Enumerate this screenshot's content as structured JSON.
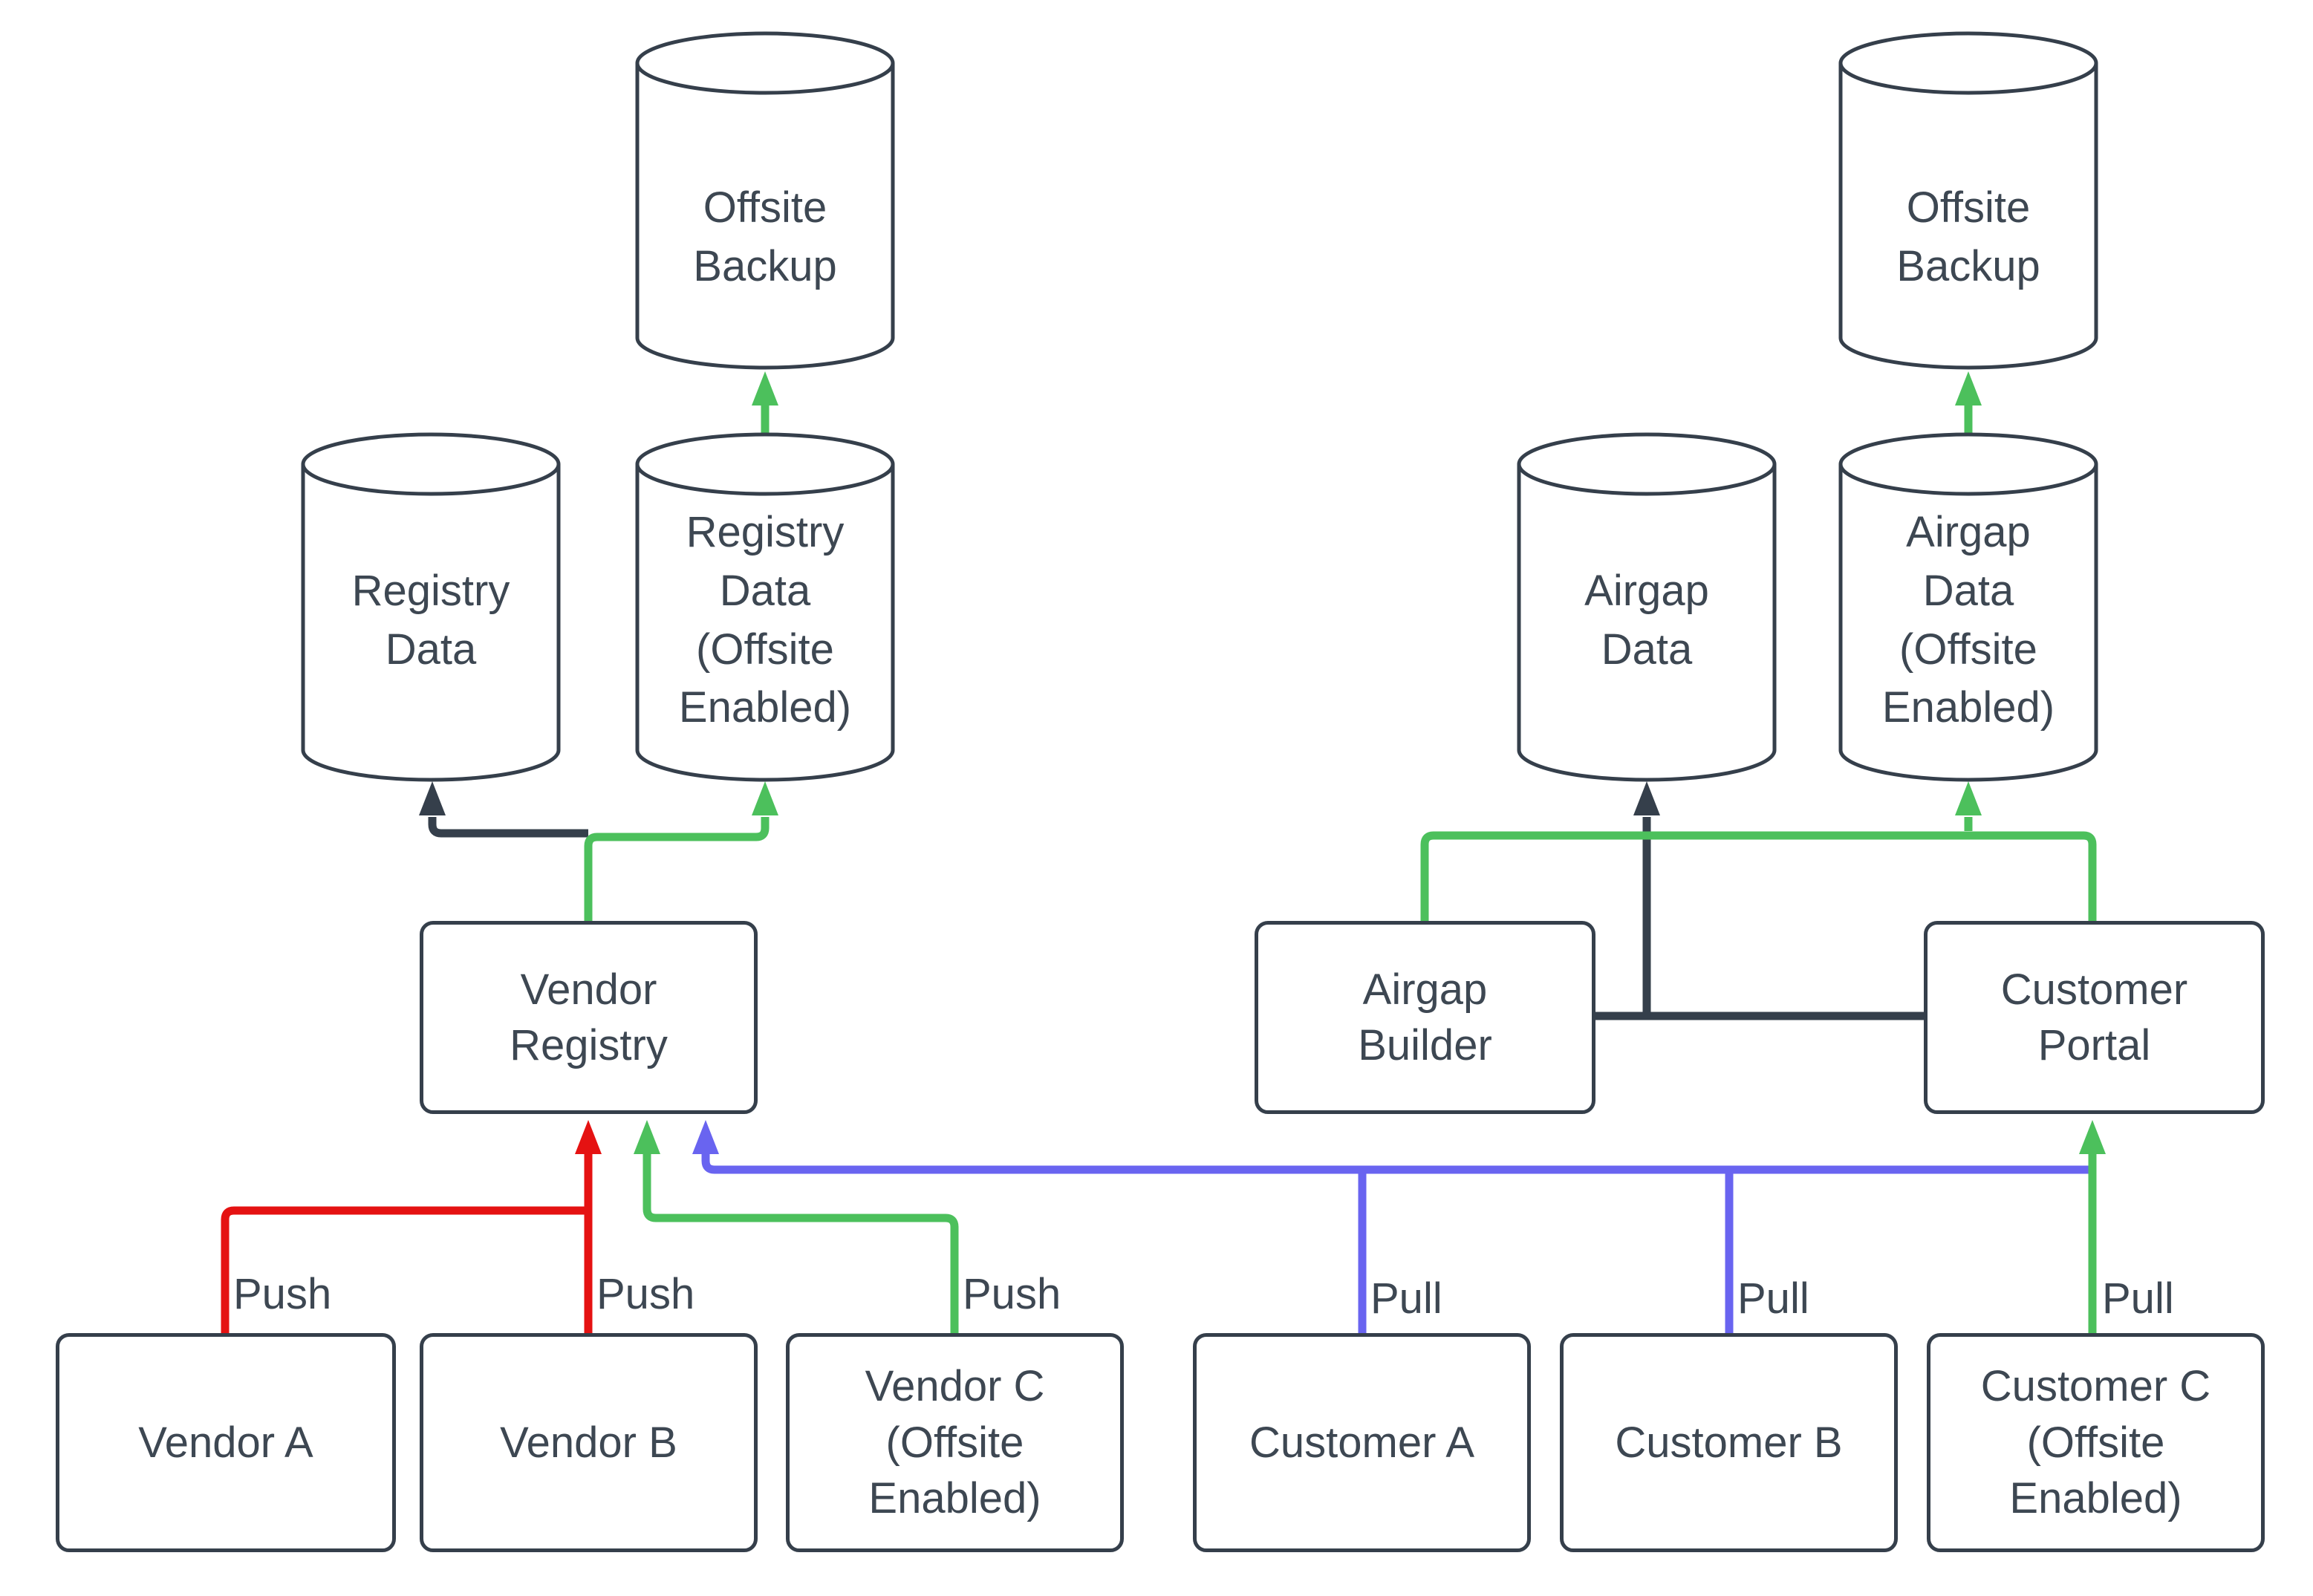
{
  "diagram": {
    "type": "flowchart",
    "colors": {
      "node_stroke": "#353f4b",
      "text": "#3d4752",
      "flow_dark": "#353f4b",
      "flow_green": "#4cc05c",
      "flow_red": "#e51212",
      "flow_blue": "#6964f0",
      "background": "#ffffff"
    },
    "nodes": {
      "offsite_backup_left": {
        "label": "Offsite\nBackup",
        "shape": "cylinder"
      },
      "registry_data": {
        "label": "Registry\nData",
        "shape": "cylinder"
      },
      "registry_data_offsite": {
        "label": "Registry\nData\n(Offsite\nEnabled)",
        "shape": "cylinder"
      },
      "vendor_registry": {
        "label": "Vendor\nRegistry",
        "shape": "rectangle"
      },
      "vendor_a": {
        "label": "Vendor A",
        "shape": "rectangle"
      },
      "vendor_b": {
        "label": "Vendor B",
        "shape": "rectangle"
      },
      "vendor_c": {
        "label": "Vendor C\n(Offsite\nEnabled)",
        "shape": "rectangle"
      },
      "offsite_backup_right": {
        "label": "Offsite\nBackup",
        "shape": "cylinder"
      },
      "airgap_data": {
        "label": "Airgap\nData",
        "shape": "cylinder"
      },
      "airgap_data_offsite": {
        "label": "Airgap\nData\n(Offsite\nEnabled)",
        "shape": "cylinder"
      },
      "airgap_builder": {
        "label": "Airgap\nBuilder",
        "shape": "rectangle"
      },
      "customer_portal": {
        "label": "Customer\nPortal",
        "shape": "rectangle"
      },
      "customer_a": {
        "label": "Customer A",
        "shape": "rectangle"
      },
      "customer_b": {
        "label": "Customer B",
        "shape": "rectangle"
      },
      "customer_c": {
        "label": "Customer C\n(Offsite\nEnabled)",
        "shape": "rectangle"
      }
    },
    "edge_labels": {
      "vendor_a_push": "Push",
      "vendor_b_push": "Push",
      "vendor_c_push": "Push",
      "customer_a_pull": "Pull",
      "customer_b_pull": "Pull",
      "customer_c_pull": "Pull"
    },
    "edges": [
      {
        "from": "vendor_registry",
        "to": "registry_data",
        "color": "dark"
      },
      {
        "from": "vendor_registry",
        "to": "registry_data_offsite",
        "color": "green"
      },
      {
        "from": "registry_data_offsite",
        "to": "offsite_backup_left",
        "color": "green"
      },
      {
        "from": "vendor_a",
        "to": "vendor_registry",
        "color": "red",
        "label": "Push"
      },
      {
        "from": "vendor_b",
        "to": "vendor_registry",
        "color": "red",
        "label": "Push"
      },
      {
        "from": "vendor_c",
        "to": "vendor_registry",
        "color": "green",
        "label": "Push"
      },
      {
        "from": "customer_a",
        "to": "vendor_registry",
        "color": "blue",
        "label": "Pull"
      },
      {
        "from": "customer_b",
        "to": "vendor_registry",
        "color": "blue",
        "label": "Pull"
      },
      {
        "from": "customer_c",
        "to": "customer_portal",
        "color": "green",
        "label": "Pull"
      },
      {
        "from": "airgap_builder",
        "to": "airgap_data",
        "color": "dark"
      },
      {
        "from": "airgap_builder",
        "to": "customer_portal",
        "color": "dark"
      },
      {
        "from": "airgap_builder",
        "to": "airgap_data_offsite",
        "color": "green"
      },
      {
        "from": "customer_portal",
        "to": "airgap_data_offsite",
        "color": "green"
      },
      {
        "from": "airgap_data_offsite",
        "to": "offsite_backup_right",
        "color": "green"
      }
    ]
  }
}
